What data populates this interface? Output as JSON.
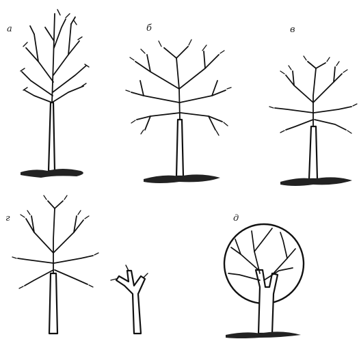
{
  "figure": {
    "panels": [
      {
        "id": "a",
        "label": "а"
      },
      {
        "id": "b",
        "label": "б"
      },
      {
        "id": "v",
        "label": "в"
      },
      {
        "id": "g",
        "label": "г"
      },
      {
        "id": "d",
        "label": "д"
      }
    ]
  }
}
